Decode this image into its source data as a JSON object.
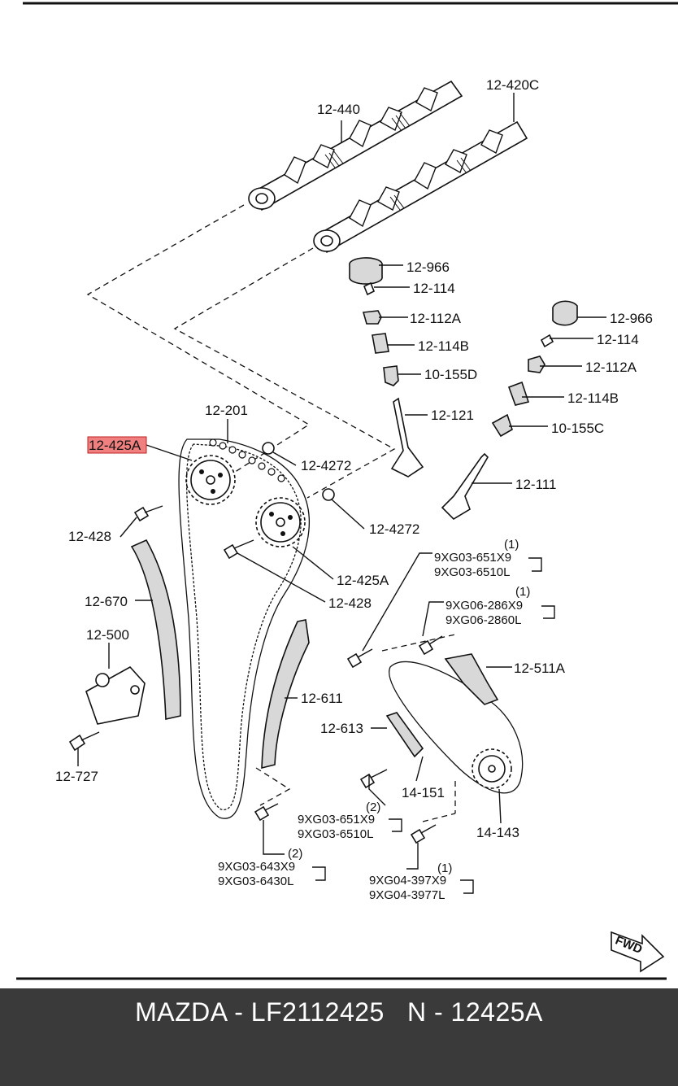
{
  "labels": {
    "l_12440": "12-440",
    "l_12420c": "12-420C",
    "l_12966a": "12-966",
    "l_12114a": "12-114",
    "l_12112a_a": "12-112A",
    "l_12114b_a": "12-114B",
    "l_10155d": "10-155D",
    "l_12121": "12-121",
    "l_12966b": "12-966",
    "l_12114b": "12-114",
    "l_12112a_b": "12-112A",
    "l_12114b_b": "12-114B",
    "l_10155c": "10-155C",
    "l_12111": "12-111",
    "l_12201": "12-201",
    "l_12425a_hl": "12-425A",
    "l_12427_a": "12-4272",
    "l_12427_b": "12-4272",
    "l_12428_a": "12-428",
    "l_12425a_b": "12-425A",
    "l_12428_b": "12-428",
    "l_12670": "12-670",
    "l_12500": "12-500",
    "l_12727": "12-727",
    "l_12611": "12-611",
    "l_12613": "12-613",
    "l_14151": "14-151",
    "l_14143": "14-143",
    "l_12511a": "12-511A",
    "q1a": "(1)",
    "bolt1a": "9XG03-651X9",
    "bolt1b": "9XG03-6510L",
    "q1b": "(1)",
    "bolt2a": "9XG06-286X9",
    "bolt2b": "9XG06-2860L",
    "q2a": "(2)",
    "bolt3a": "9XG03-651X9",
    "bolt3b": "9XG03-6510L",
    "q2b": "(2)",
    "bolt4a": "9XG03-643X9",
    "bolt4b": "9XG03-6430L",
    "q1c": "(1)",
    "bolt5a": "9XG04-397X9",
    "bolt5b": "9XG04-3977L",
    "fwd": "FWD"
  },
  "highlight": {
    "color": "#f08080",
    "label": "12-425A"
  },
  "footer": {
    "text": "MAZDA - LF2112425   N - 12425A"
  }
}
